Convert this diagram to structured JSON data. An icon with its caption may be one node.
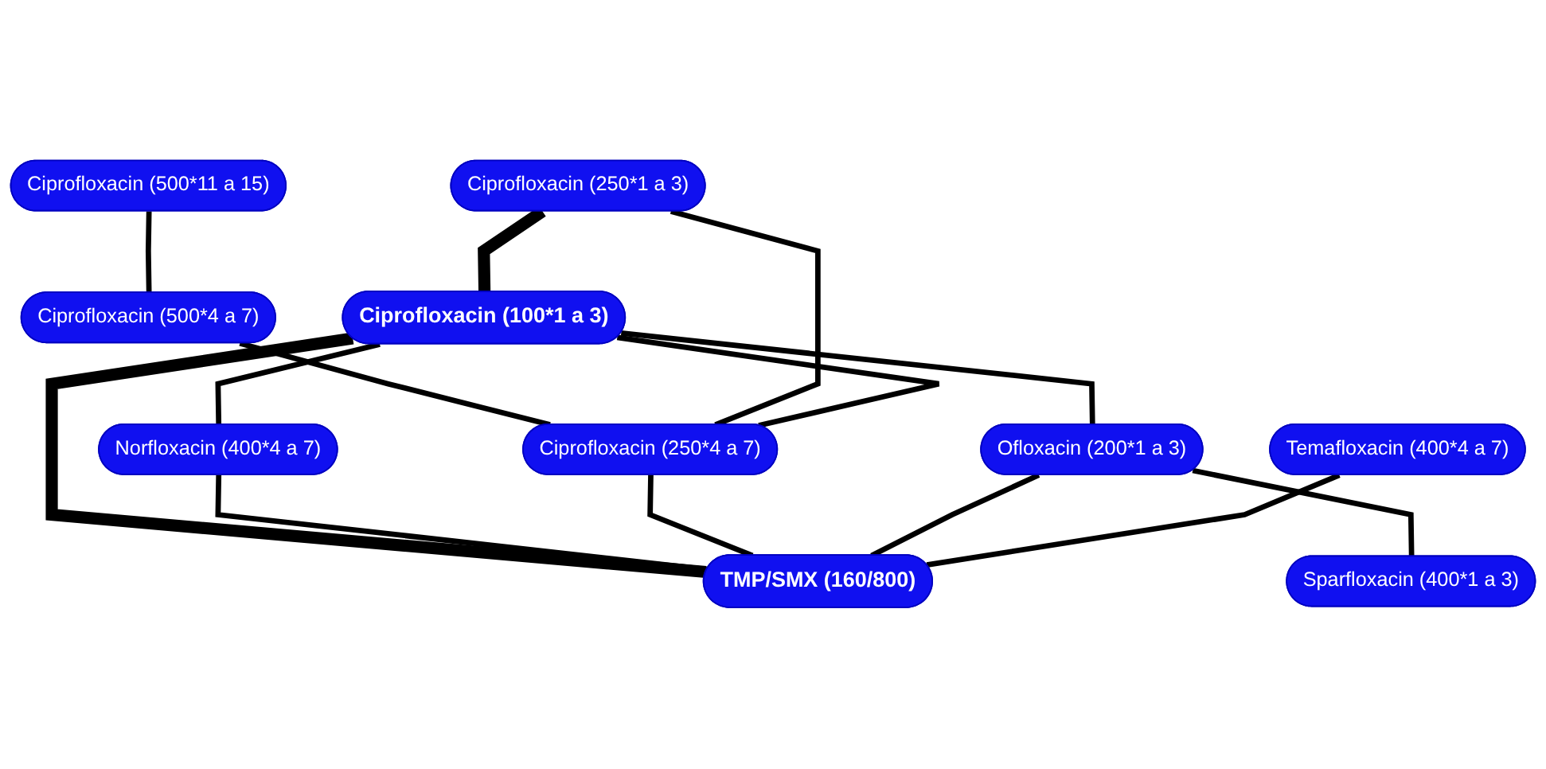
{
  "diagram": {
    "nodes": [
      {
        "text": [
          "Ciprofloxacin (500*11 a 15)"
        ]
      },
      {
        "text": [
          "Ciprofloxacin (250*1 a 3)"
        ]
      },
      {
        "text": [
          "Ciprofloxacin (500*4 a 7)"
        ]
      },
      {
        "text": [
          "Ciprofloxacin (100*1 a 3)"
        ]
      },
      {
        "text": [
          "Ciprofloxacin (250*4 a 7)"
        ]
      },
      {
        "text": [
          "Norfloxacin (400*4 a 7)"
        ]
      },
      {
        "text": [
          "Ofloxacin (200*1 a 3)"
        ]
      },
      {
        "text": [
          "Temafloxacin (400*4 a 7)"
        ]
      },
      {
        "text": [
          "Sparfloxacin (400*1 a 3)"
        ]
      },
      {
        "text": [
          "TMP/SMX (160/800)"
        ]
      }
    ],
    "edges": [
      {
        "from": 0,
        "to": 2,
        "arrow": "none"
      },
      {
        "from": 2,
        "to": 4,
        "arrow": "none"
      },
      {
        "from": 1,
        "to": 3,
        "arrow": "none",
        "style": "thick"
      },
      {
        "from": 1,
        "to": 4,
        "arrow": "none"
      },
      {
        "from": 3,
        "to": 4,
        "arrow": "none"
      },
      {
        "from": 3,
        "to": 6,
        "arrow": "none"
      },
      {
        "from": 3,
        "to": 9,
        "arrow": "none",
        "style": "thick"
      },
      {
        "from": 3,
        "to": 5,
        "arrow": "none"
      },
      {
        "from": 5,
        "to": 9,
        "arrow": "none"
      },
      {
        "from": 4,
        "to": 9,
        "arrow": "none"
      },
      {
        "from": 6,
        "to": 9,
        "arrow": "none"
      },
      {
        "from": 6,
        "to": 8,
        "arrow": "none"
      },
      {
        "from": 7,
        "to": 9,
        "arrow": "none"
      }
    ]
  }
}
